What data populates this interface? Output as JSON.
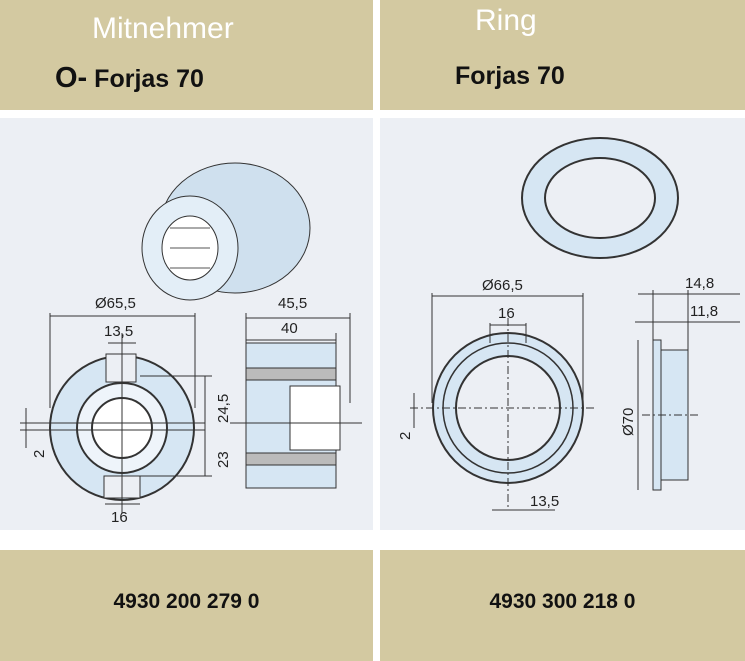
{
  "left": {
    "title": "Mitnehmer",
    "prefix": "O-",
    "subtitle": "Forjas 70",
    "dimensions": {
      "diameter": "Ø65,5",
      "top_width": "13,5",
      "bottom_width": "16",
      "offset": "2",
      "upper_height": "24,5",
      "lower_height": "23",
      "length_total": "45,5",
      "length_body": "40"
    },
    "part_number": "4930 200 279 0"
  },
  "right": {
    "title": "Ring",
    "subtitle": "Forjas 70",
    "dimensions": {
      "diameter_inner": "Ø66,5",
      "top_width": "16",
      "bottom_width": "13,5",
      "offset": "2",
      "width_total": "14,8",
      "width_body": "11,8",
      "diameter_outer": "Ø70"
    },
    "part_number": "4930 300 218 0"
  }
}
